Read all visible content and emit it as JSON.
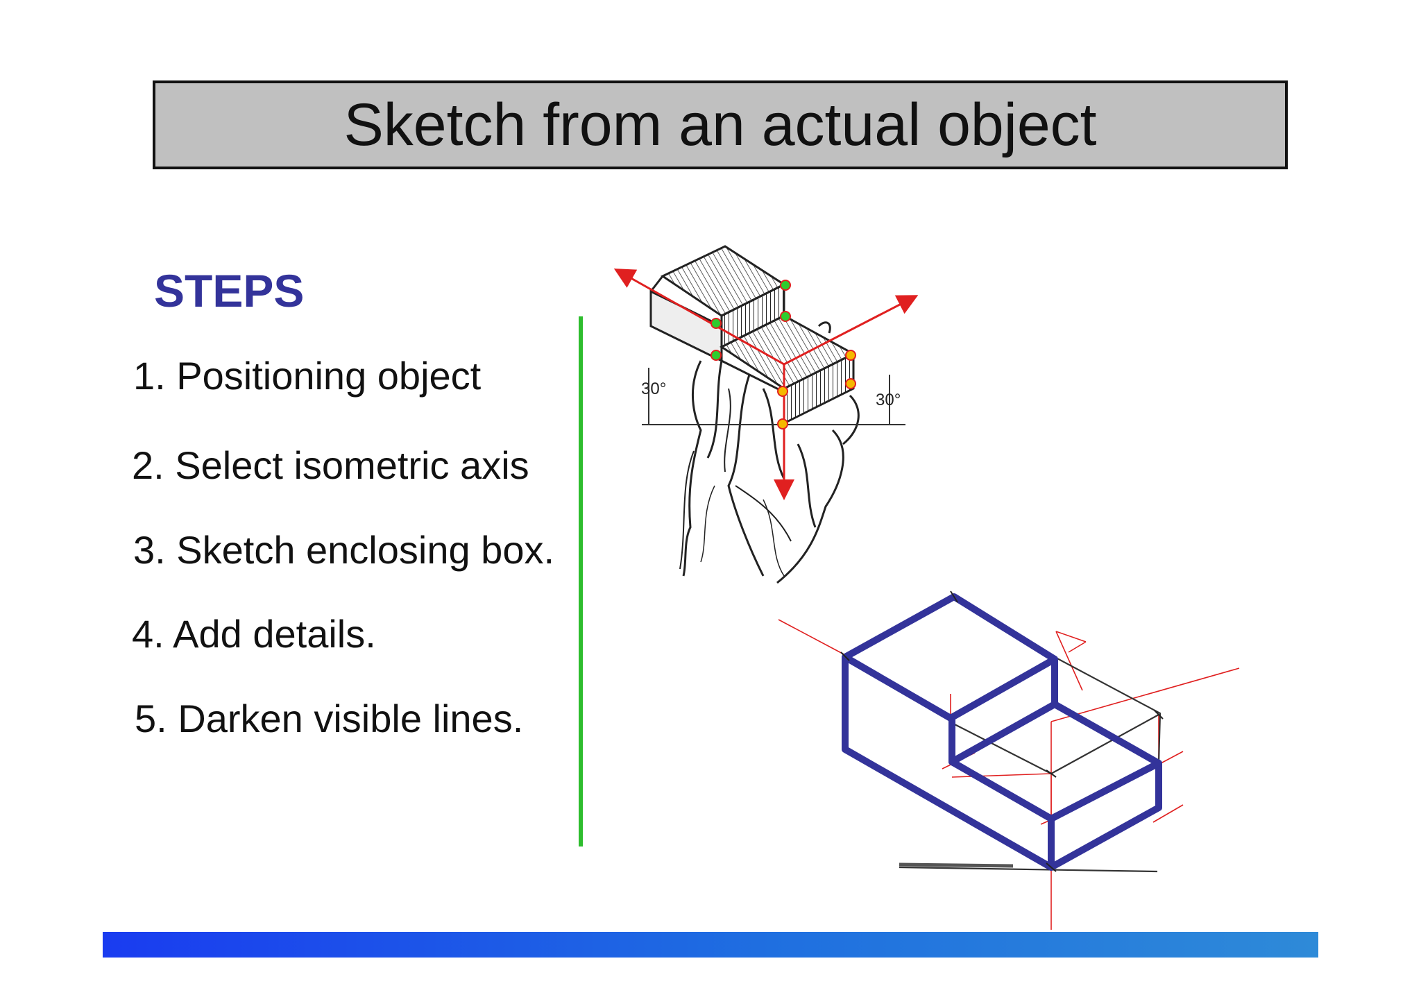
{
  "title": "Sketch from an actual object",
  "steps_heading": "STEPS",
  "steps": [
    "1. Positioning object",
    "2. Select isometric axis",
    "3. Sketch enclosing box.",
    "4. Add details.",
    "5. Darken visible lines."
  ],
  "figure": {
    "angle_left": "30°",
    "angle_right": "30°"
  },
  "colors": {
    "title_bg": "#c0c0c0",
    "heading": "#33339a",
    "divider": "#2ebd2e",
    "bold_lines": "#33339a",
    "construction_lines": "#e02020"
  }
}
